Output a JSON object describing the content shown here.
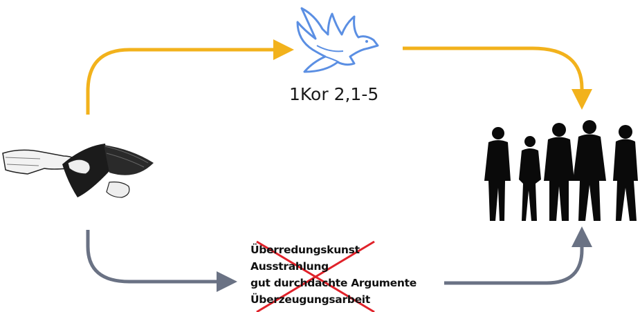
{
  "top_path": {
    "reference": "1Kor 2,1-5",
    "arrow_color": "#f2b21c",
    "symbol_icon": "dove-icon",
    "symbol_color": "#5b8fe3"
  },
  "bottom_path": {
    "arrow_color": "#6a7284",
    "crossed_out": true,
    "cross_color": "#e0222a",
    "items": [
      "Überredungskunst",
      "Ausstrahlung",
      "gut durchdachte Argumente",
      "Überzeugungsarbeit"
    ]
  },
  "source_icon": "hands-holding-bible-icon",
  "target_icon": "people-silhouettes-icon"
}
